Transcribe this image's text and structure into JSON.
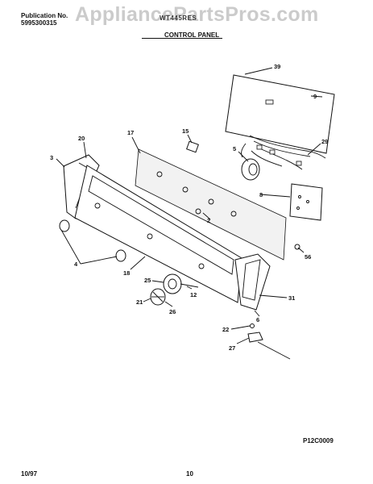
{
  "watermark": "AppliancePartsPros.com",
  "header": {
    "publication_label": "Publication No.",
    "publication_number": "5995300315",
    "model": "WT445RES",
    "section_title": "CONTROL PANEL"
  },
  "callouts": [
    {
      "id": "c39",
      "text": "39"
    },
    {
      "id": "c9",
      "text": "9"
    },
    {
      "id": "c17",
      "text": "17"
    },
    {
      "id": "c15",
      "text": "15"
    },
    {
      "id": "c20",
      "text": "20"
    },
    {
      "id": "c5",
      "text": "5"
    },
    {
      "id": "c29",
      "text": "29"
    },
    {
      "id": "c3",
      "text": "3"
    },
    {
      "id": "c8a",
      "text": "8"
    },
    {
      "id": "c2",
      "text": "2"
    },
    {
      "id": "c56",
      "text": "56"
    },
    {
      "id": "c4",
      "text": "4"
    },
    {
      "id": "c18",
      "text": "18"
    },
    {
      "id": "c25",
      "text": "25"
    },
    {
      "id": "c12",
      "text": "12"
    },
    {
      "id": "c21",
      "text": "21"
    },
    {
      "id": "c26",
      "text": "26"
    },
    {
      "id": "c31",
      "text": "31"
    },
    {
      "id": "c6",
      "text": "6"
    },
    {
      "id": "c22",
      "text": "22"
    },
    {
      "id": "c27",
      "text": "27"
    }
  ],
  "footer": {
    "date": "10/97",
    "page_number": "10",
    "diagram_code": "P12C0009"
  }
}
